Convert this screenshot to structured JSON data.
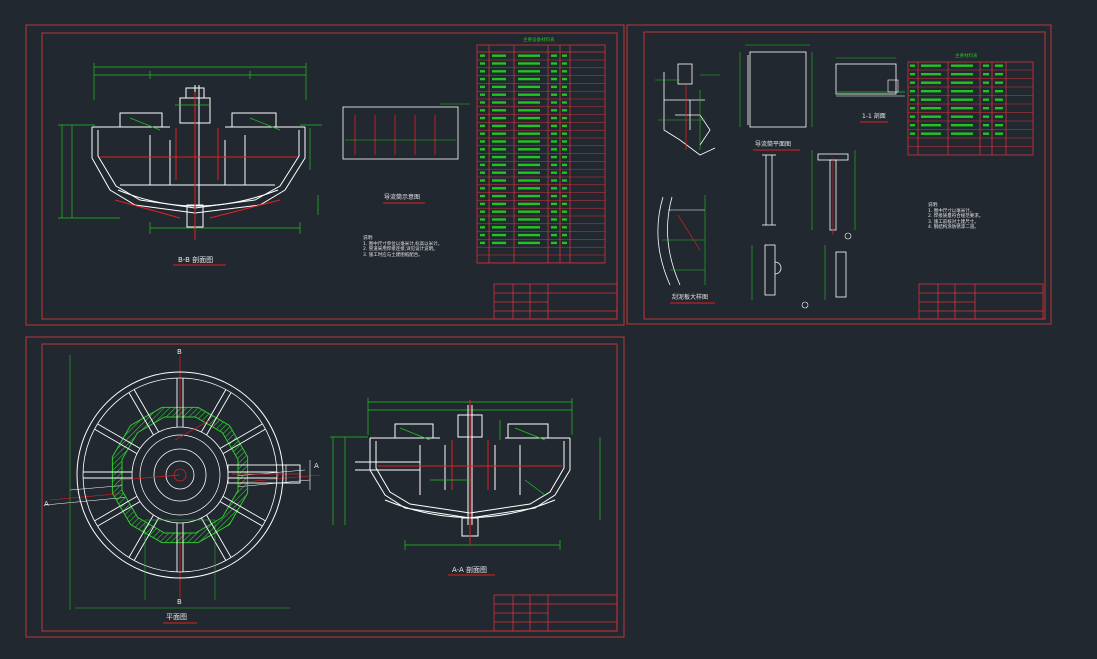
{
  "sheets": [
    {
      "id": "sheet-1",
      "views": [
        "B-B 剖面图",
        "导流筒示意图"
      ]
    },
    {
      "id": "sheet-2",
      "views": [
        "1-1 剖面",
        "导流筒平面图",
        "刮泥板大样图"
      ]
    },
    {
      "id": "sheet-3",
      "views": [
        "平面图",
        "A-A 剖面图"
      ]
    }
  ],
  "labels": {
    "bb_section": "B-B 剖面图",
    "guide_tube": "导流筒示意图",
    "section_11": "1-1 剖面",
    "guide_plan": "导流筒平面图",
    "scraper_detail": "刮泥板大样图",
    "plan_view": "平面图",
    "aa_section": "A-A 剖面图",
    "mark_b_top": "B",
    "mark_b_bottom": "B",
    "mark_a_left": "A",
    "mark_a_right": "A",
    "mark_aa_left": "A"
  },
  "notes": {
    "sheet1": [
      "说明:",
      "1. 图中尺寸单位以毫米计,标高以米计。",
      "2. 管道采用焊接连接,详见设计说明。",
      "3. 施工时应与土建图纸配合。"
    ],
    "sheet2": [
      "说明:",
      "1. 图中尺寸以毫米计。",
      "2. 焊接质量符合规范要求。",
      "3. 施工前核对土建尺寸。",
      "4. 钢结构涂防锈漆二道。"
    ]
  },
  "tables": {
    "materials_title": "主要设备材料表",
    "parts_title": "主要材料表"
  },
  "colors": {
    "background": "#212830",
    "frame": "#c23a3a",
    "line": "#ffffff",
    "dimension": "#22c322",
    "table": "#d8323c",
    "accent": "#e02020"
  }
}
